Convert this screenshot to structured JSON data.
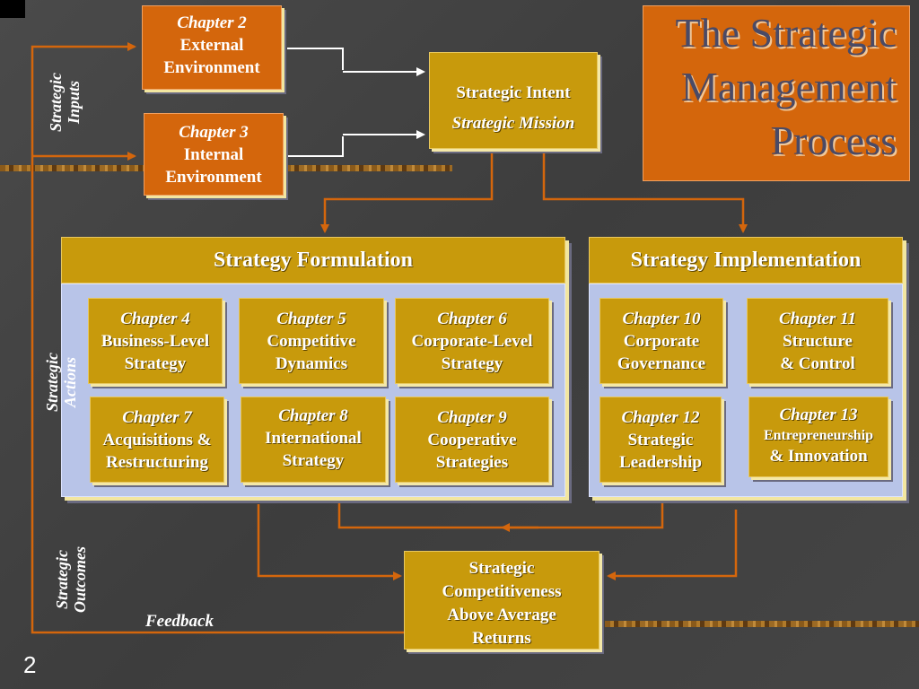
{
  "title": [
    "The Strategic",
    "Management",
    "Process"
  ],
  "inputs": {
    "external": {
      "chapter": "Chapter 2",
      "lines": [
        "External",
        "Environment"
      ]
    },
    "internal": {
      "chapter": "Chapter 3",
      "lines": [
        "Internal",
        "Environment"
      ]
    }
  },
  "intent": {
    "line1": "Strategic Intent",
    "line2": "Strategic Mission"
  },
  "formulation": {
    "heading": "Strategy Formulation",
    "boxes": [
      {
        "chapter": "Chapter 4",
        "lines": [
          "Business-Level",
          "Strategy"
        ]
      },
      {
        "chapter": "Chapter 5",
        "lines": [
          "Competitive",
          "Dynamics"
        ]
      },
      {
        "chapter": "Chapter 6",
        "lines": [
          "Corporate-Level",
          "Strategy"
        ]
      },
      {
        "chapter": "Chapter 7",
        "lines": [
          "Acquisitions &",
          "Restructuring"
        ]
      },
      {
        "chapter": "Chapter 8",
        "lines": [
          "International",
          "Strategy"
        ]
      },
      {
        "chapter": "Chapter 9",
        "lines": [
          "Cooperative",
          "Strategies"
        ]
      }
    ]
  },
  "implementation": {
    "heading": "Strategy Implementation",
    "boxes": [
      {
        "chapter": "Chapter 10",
        "lines": [
          "Corporate",
          "Governance"
        ]
      },
      {
        "chapter": "Chapter 11",
        "lines": [
          "Structure",
          "& Control"
        ]
      },
      {
        "chapter": "Chapter 12",
        "lines": [
          "Strategic",
          "Leadership"
        ]
      },
      {
        "chapter": "Chapter 13",
        "lines": [
          "Entrepreneurship",
          "& Innovation"
        ]
      }
    ]
  },
  "outcome": {
    "lines": [
      "Strategic",
      "Competitiveness",
      "Above Average",
      "Returns"
    ]
  },
  "side_labels": {
    "inputs": [
      "Strategic",
      "Inputs"
    ],
    "actions": [
      "Strategic",
      "Actions"
    ],
    "outcomes": [
      "Strategic",
      "Outcomes"
    ]
  },
  "feedback": "Feedback",
  "page_number": "2",
  "colors": {
    "orange": "#d4660c",
    "gold": "#c89a0c",
    "panel": "#b8c4e8",
    "arrow": "#d4660c"
  }
}
